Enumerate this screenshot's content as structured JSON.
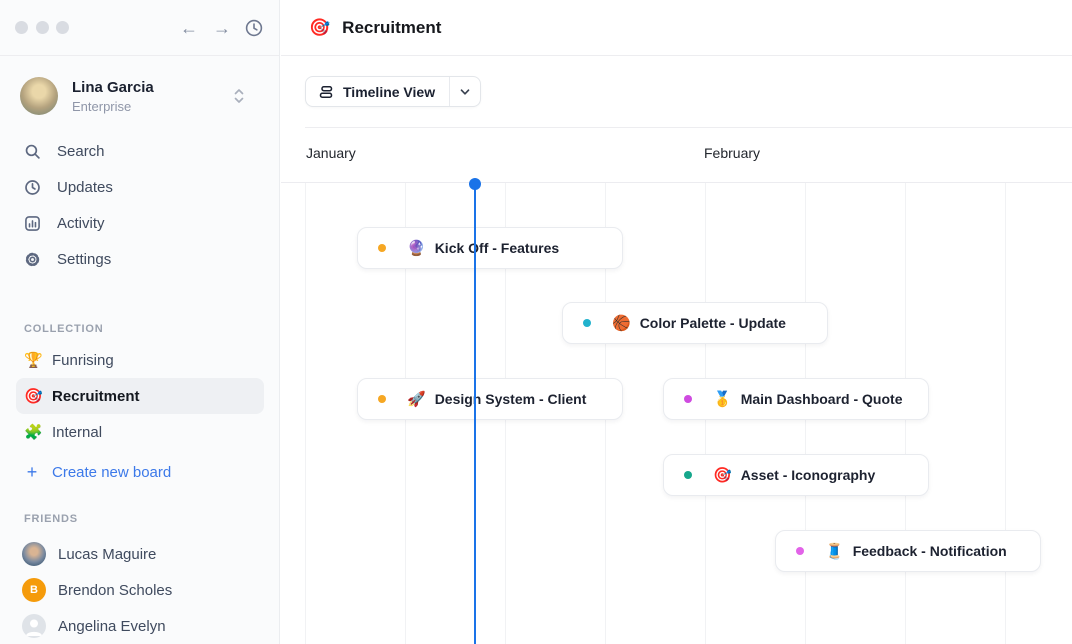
{
  "window": {
    "back_icon": "←",
    "forward_icon": "→"
  },
  "sidebar": {
    "profile": {
      "name": "Lina Garcia",
      "plan": "Enterprise"
    },
    "nav": [
      {
        "icon": "search-icon",
        "label": "Search"
      },
      {
        "icon": "clock-icon",
        "label": "Updates"
      },
      {
        "icon": "activity-icon",
        "label": "Activity"
      },
      {
        "icon": "gear-icon",
        "label": "Settings"
      }
    ],
    "collection": {
      "label": "COLLECTION",
      "boards": [
        {
          "icon": "🏆",
          "name": "Funrising",
          "selected": false
        },
        {
          "icon": "🎯",
          "name": "Recruitment",
          "selected": true
        },
        {
          "icon": "🧩",
          "name": "Internal",
          "selected": false
        }
      ],
      "create_label": "Create new board",
      "accent_color": "#3c79e9"
    },
    "friends": {
      "label": "FRIENDS",
      "people": [
        {
          "name": "Lucas Maguire",
          "avatar": "photo"
        },
        {
          "name": "Brendon Scholes",
          "avatar": "B",
          "badge_color": "#f59b0b"
        },
        {
          "name": "Angelina Evelyn",
          "avatar": "placeholder"
        }
      ]
    }
  },
  "header": {
    "icon": "🎯",
    "title": "Recruitment"
  },
  "toolbar": {
    "view_label": "Timeline View"
  },
  "timeline": {
    "months": [
      "January",
      "February"
    ],
    "today_color": "#1a73e8",
    "cards": [
      {
        "icon": "🔮",
        "label": "Kick Off - Features",
        "dot_color": "#f6a723"
      },
      {
        "icon": "🏀",
        "label": "Color Palette - Update",
        "dot_color": "#22b2cd"
      },
      {
        "icon": "🚀",
        "label": "Design System - Client",
        "dot_color": "#f6a723"
      },
      {
        "icon": "🥇",
        "label": "Main Dashboard - Quote",
        "dot_color": "#cf4be0"
      },
      {
        "icon": "🎯",
        "label": "Asset - Iconography",
        "dot_color": "#16a78c"
      },
      {
        "icon": "🧵",
        "label": "Feedback - Notification",
        "dot_color": "#e263e8"
      }
    ]
  }
}
